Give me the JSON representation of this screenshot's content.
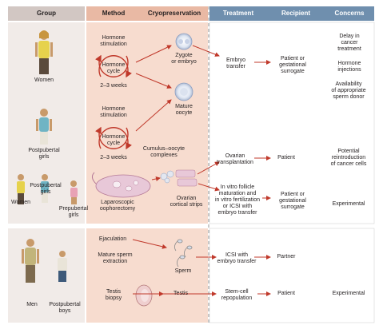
{
  "headers": {
    "group": "Group",
    "method": "Method",
    "cryo": "Cryopreservation",
    "treatment": "Treatment",
    "recipient": "Recipient",
    "concerns": "Concerns"
  },
  "colors": {
    "group_header": "#d2c7c3",
    "group_body": "#f1ebe8",
    "method_header": "#e9b9a4",
    "method_body": "#f7dccf",
    "right_header": "#6f8fae",
    "right_body": "#ffffff",
    "arrow": "#c0392b",
    "dashed_line": "#7a7a7a"
  },
  "groups": {
    "women": "Women",
    "postpubertal_girls": "Postpubertal\ngirls",
    "women2": "Women",
    "postpubertal_girls2": "Postpubertal\ngirls",
    "prepubertal_girls": "Prepubertal\ngirls",
    "men": "Men",
    "postpubertal_boys": "Postpubertal\nboys"
  },
  "methods": {
    "hormone_stim_1": "Hormone\nstimulation",
    "hormone_cycle_1": "Hormone\ncycle",
    "weeks_1": "2–3 weeks",
    "hormone_stim_2": "Hormone\nstimulation",
    "hormone_cycle_2": "Hormone\ncycle",
    "weeks_2": "2–3 weeks",
    "laparoscopic": "Laparoscopic\noophorectomy",
    "ejaculation": "Ejaculation",
    "mature_sperm": "Mature sperm\nextraction",
    "testis_biopsy": "Testis\nbiopsy"
  },
  "cryo": {
    "zygote": "Zygote\nor embryo",
    "mature_oocyte": "Mature\noocyte",
    "cumulus": "Cumulus–oocyte\ncomplexes",
    "ovarian_strips": "Ovarian\ncortical strips",
    "sperm": "Sperm",
    "testis": "Testis"
  },
  "treatments": {
    "embryo_transfer": "Embryo\ntransfer",
    "ovarian_transplant": "Ovarian\ntransplantation",
    "ivf_maturation": "In vitro follicle\nmaturation and\nin vitro fertilization\nor ICSI with\nembryo transfer",
    "icsi": "ICSI with\nembryo transfer",
    "stem_cell": "Stem-cell\nrepopulation"
  },
  "recipients": {
    "r1": "Patient or\ngestational\nsurrogate",
    "r2": "Patient",
    "r3": "Patient or\ngestational\nsurrogate",
    "r4": "Partner",
    "r5": "Patient"
  },
  "concerns": {
    "c1": "Delay in\ncancer\ntreatment",
    "c2": "Hormone\ninjections",
    "c3": "Availability\nof appropriate\nsperm donor",
    "c4": "Potential\nreintroduction\nof cancer cells",
    "c5": "Experimental",
    "c6": "Experimental"
  }
}
